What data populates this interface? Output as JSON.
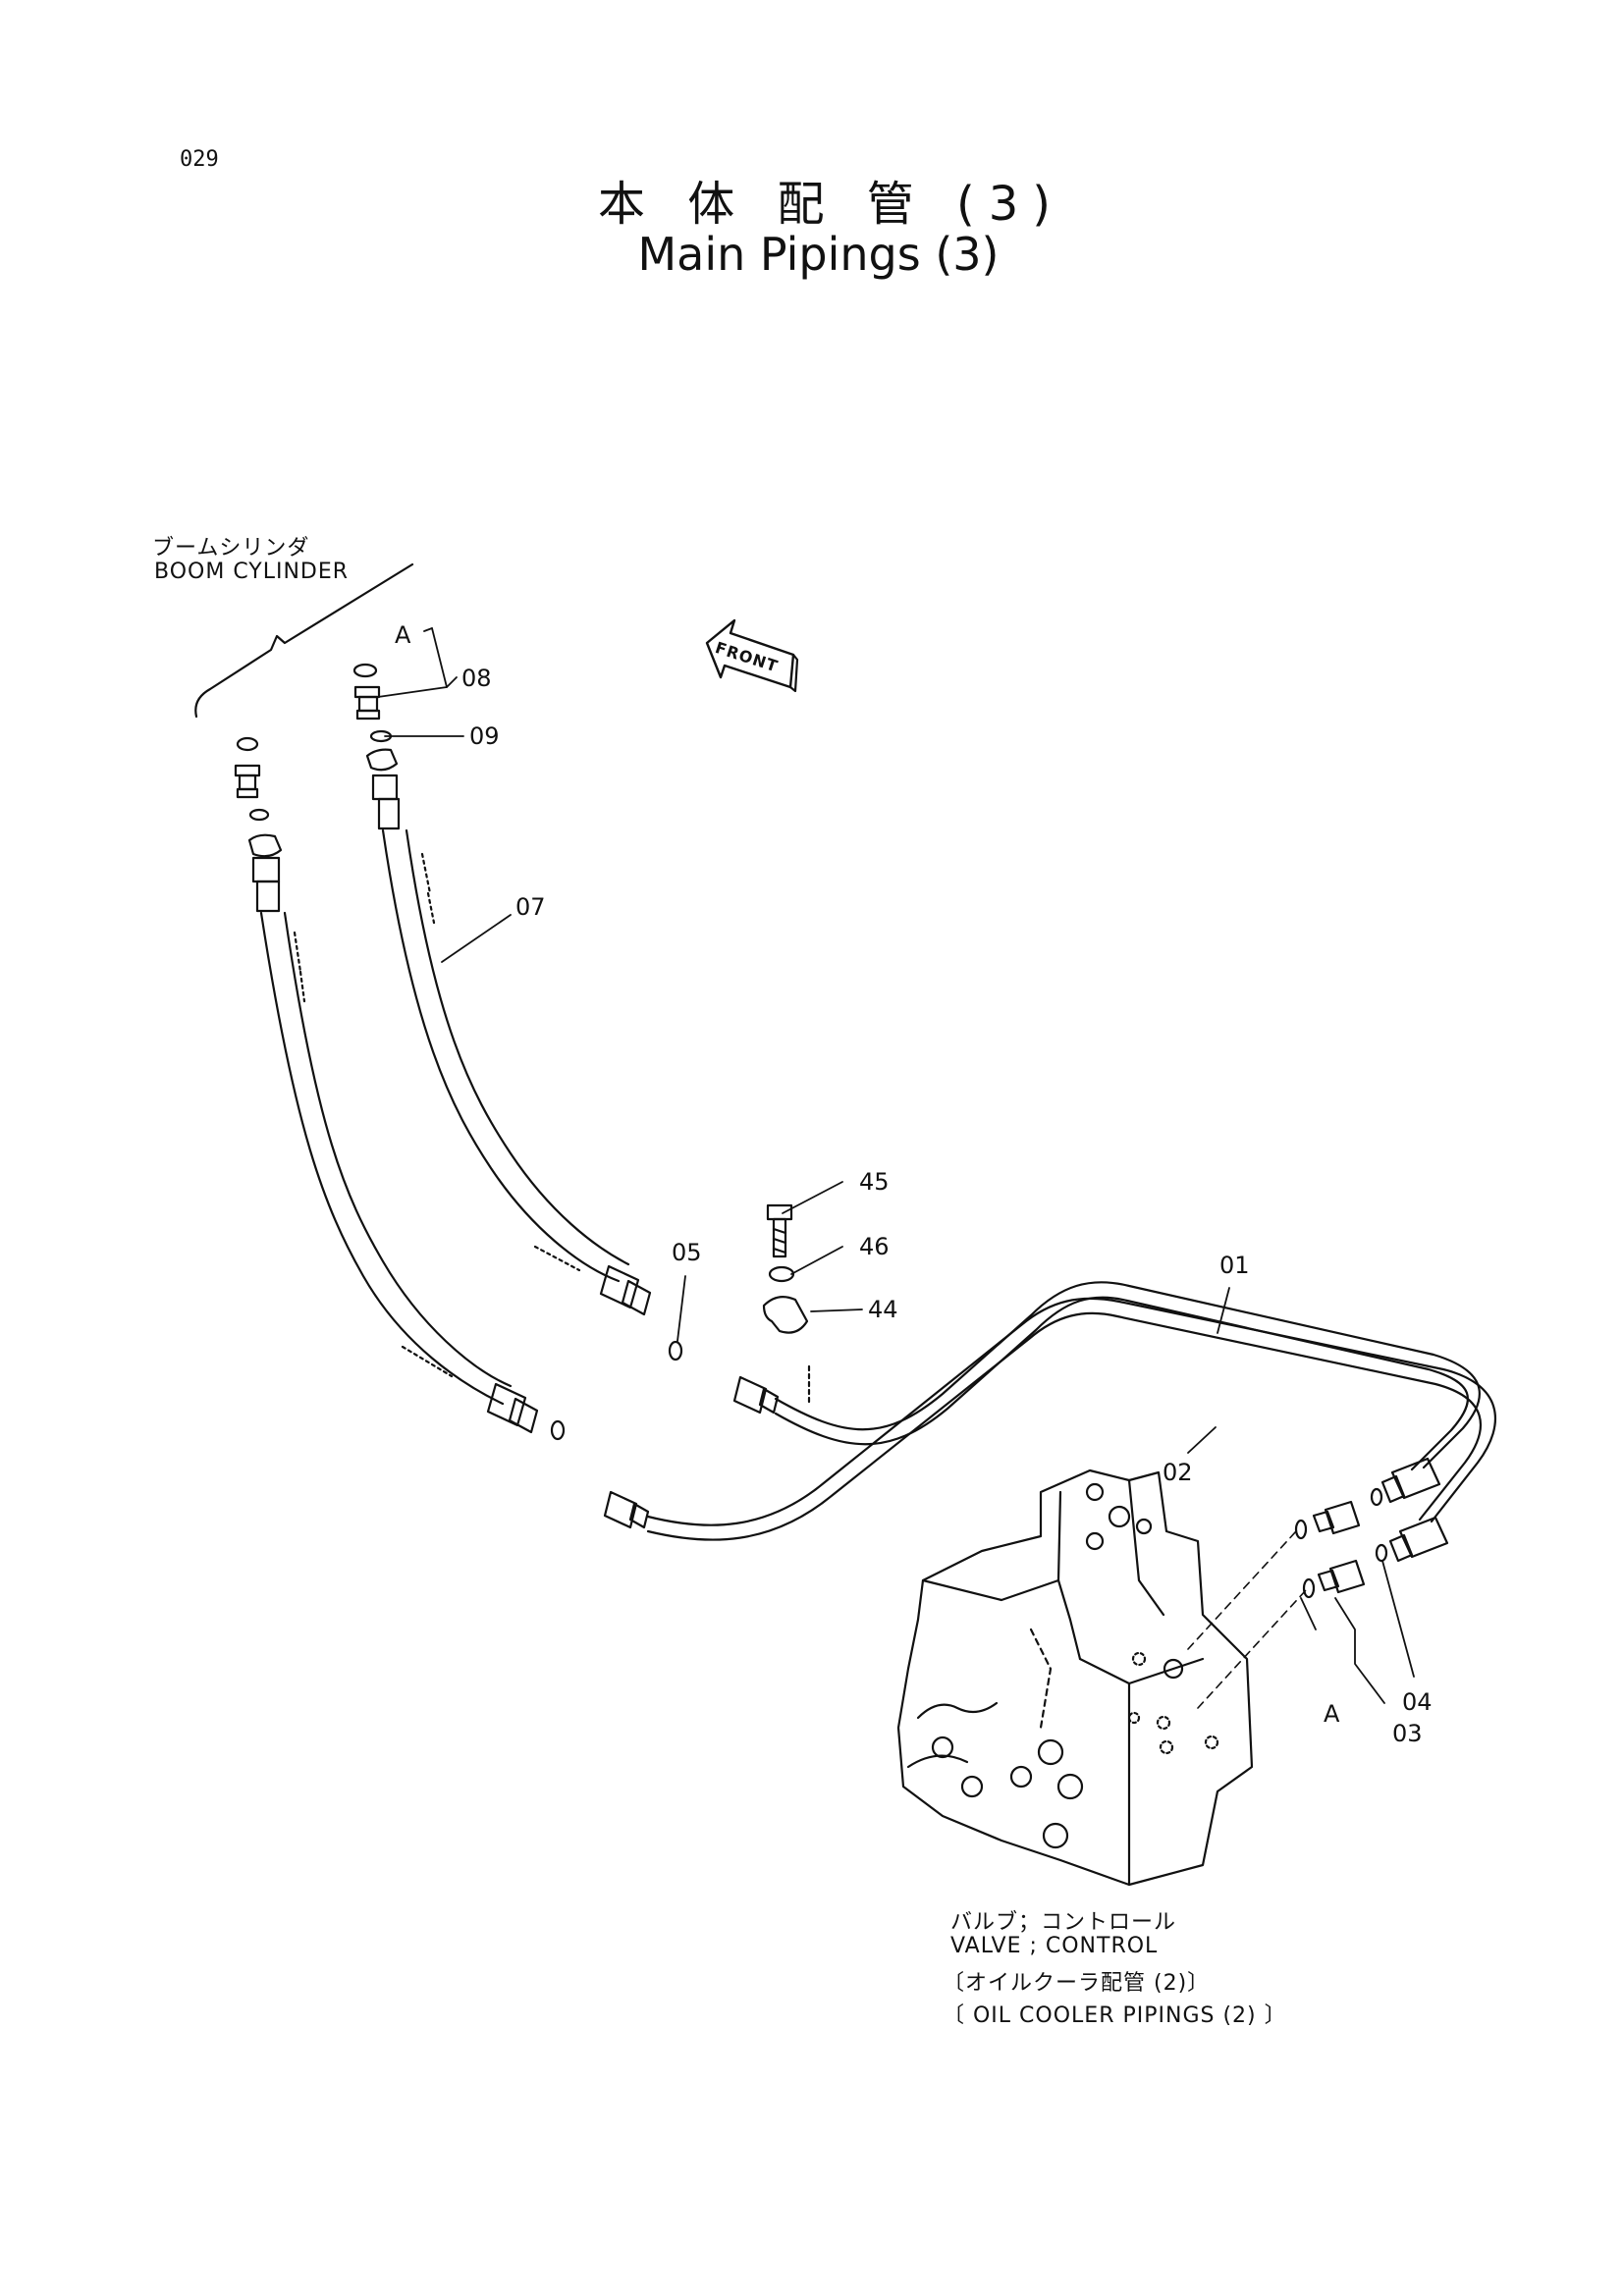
{
  "page_number": "029",
  "title": {
    "japanese": "本 体 配 管 (3)",
    "english": "Main Pipings (3)"
  },
  "labels": {
    "boom_cylinder_jp": "ブームシリンダ",
    "boom_cylinder_en": "BOOM CYLINDER",
    "front": "FRONT",
    "valve_jp": "バルブ；コントロール",
    "valve_en": "VALVE ; CONTROL",
    "oil_cooler_jp": "〔オイルクーラ配管 (2)〕",
    "oil_cooler_en": "〔 OIL COOLER PIPINGS (2) 〕"
  },
  "callouts": {
    "A_top": "A",
    "p08": "08",
    "p09": "09",
    "p07": "07",
    "p45": "45",
    "p46": "46",
    "p44": "44",
    "p05": "05",
    "p01": "01",
    "p02": "02",
    "A_bottom": "A",
    "p03": "03",
    "p04": "04"
  }
}
